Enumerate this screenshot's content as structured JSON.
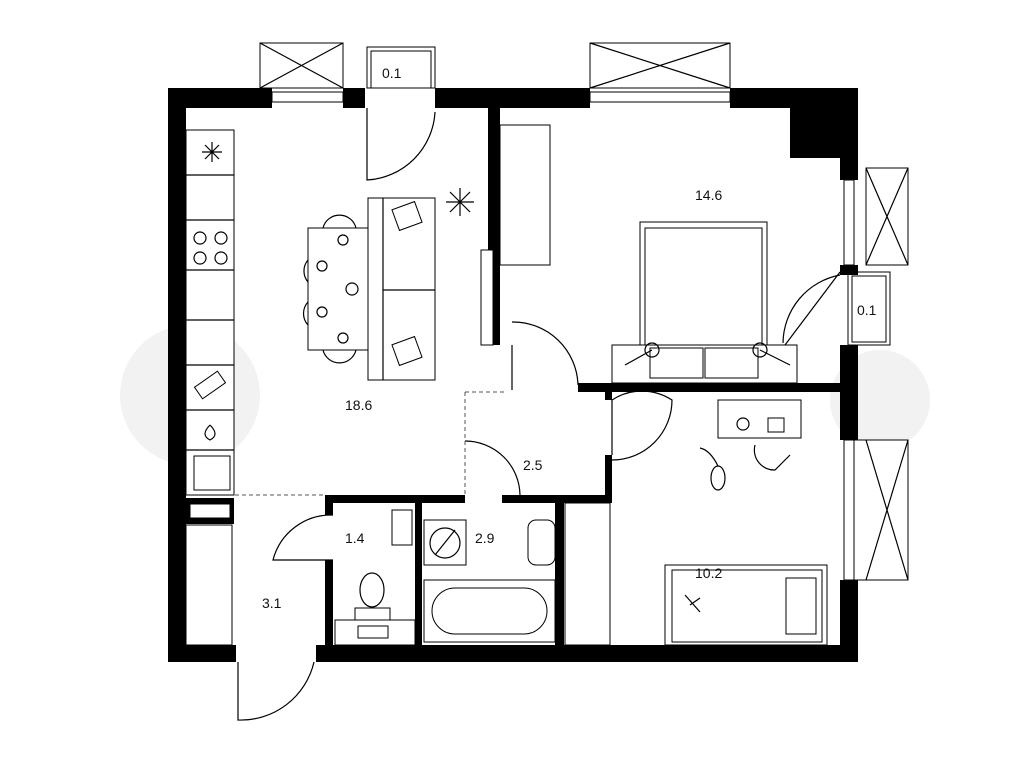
{
  "plan": {
    "rooms": [
      {
        "id": "kitchen-living",
        "area": "18.6"
      },
      {
        "id": "bedroom",
        "area": "14.6"
      },
      {
        "id": "child-room",
        "area": "10.2"
      },
      {
        "id": "hallway",
        "area": "2.5"
      },
      {
        "id": "entrance-hall",
        "area": "3.1"
      },
      {
        "id": "toilet",
        "area": "1.4"
      },
      {
        "id": "bathroom",
        "area": "2.9"
      },
      {
        "id": "balcony-top",
        "area": "0.1"
      },
      {
        "id": "balcony-right",
        "area": "0.1"
      }
    ],
    "colors": {
      "wall": "#000000",
      "background": "#ffffff",
      "watermark": "#f2f2f2"
    }
  }
}
